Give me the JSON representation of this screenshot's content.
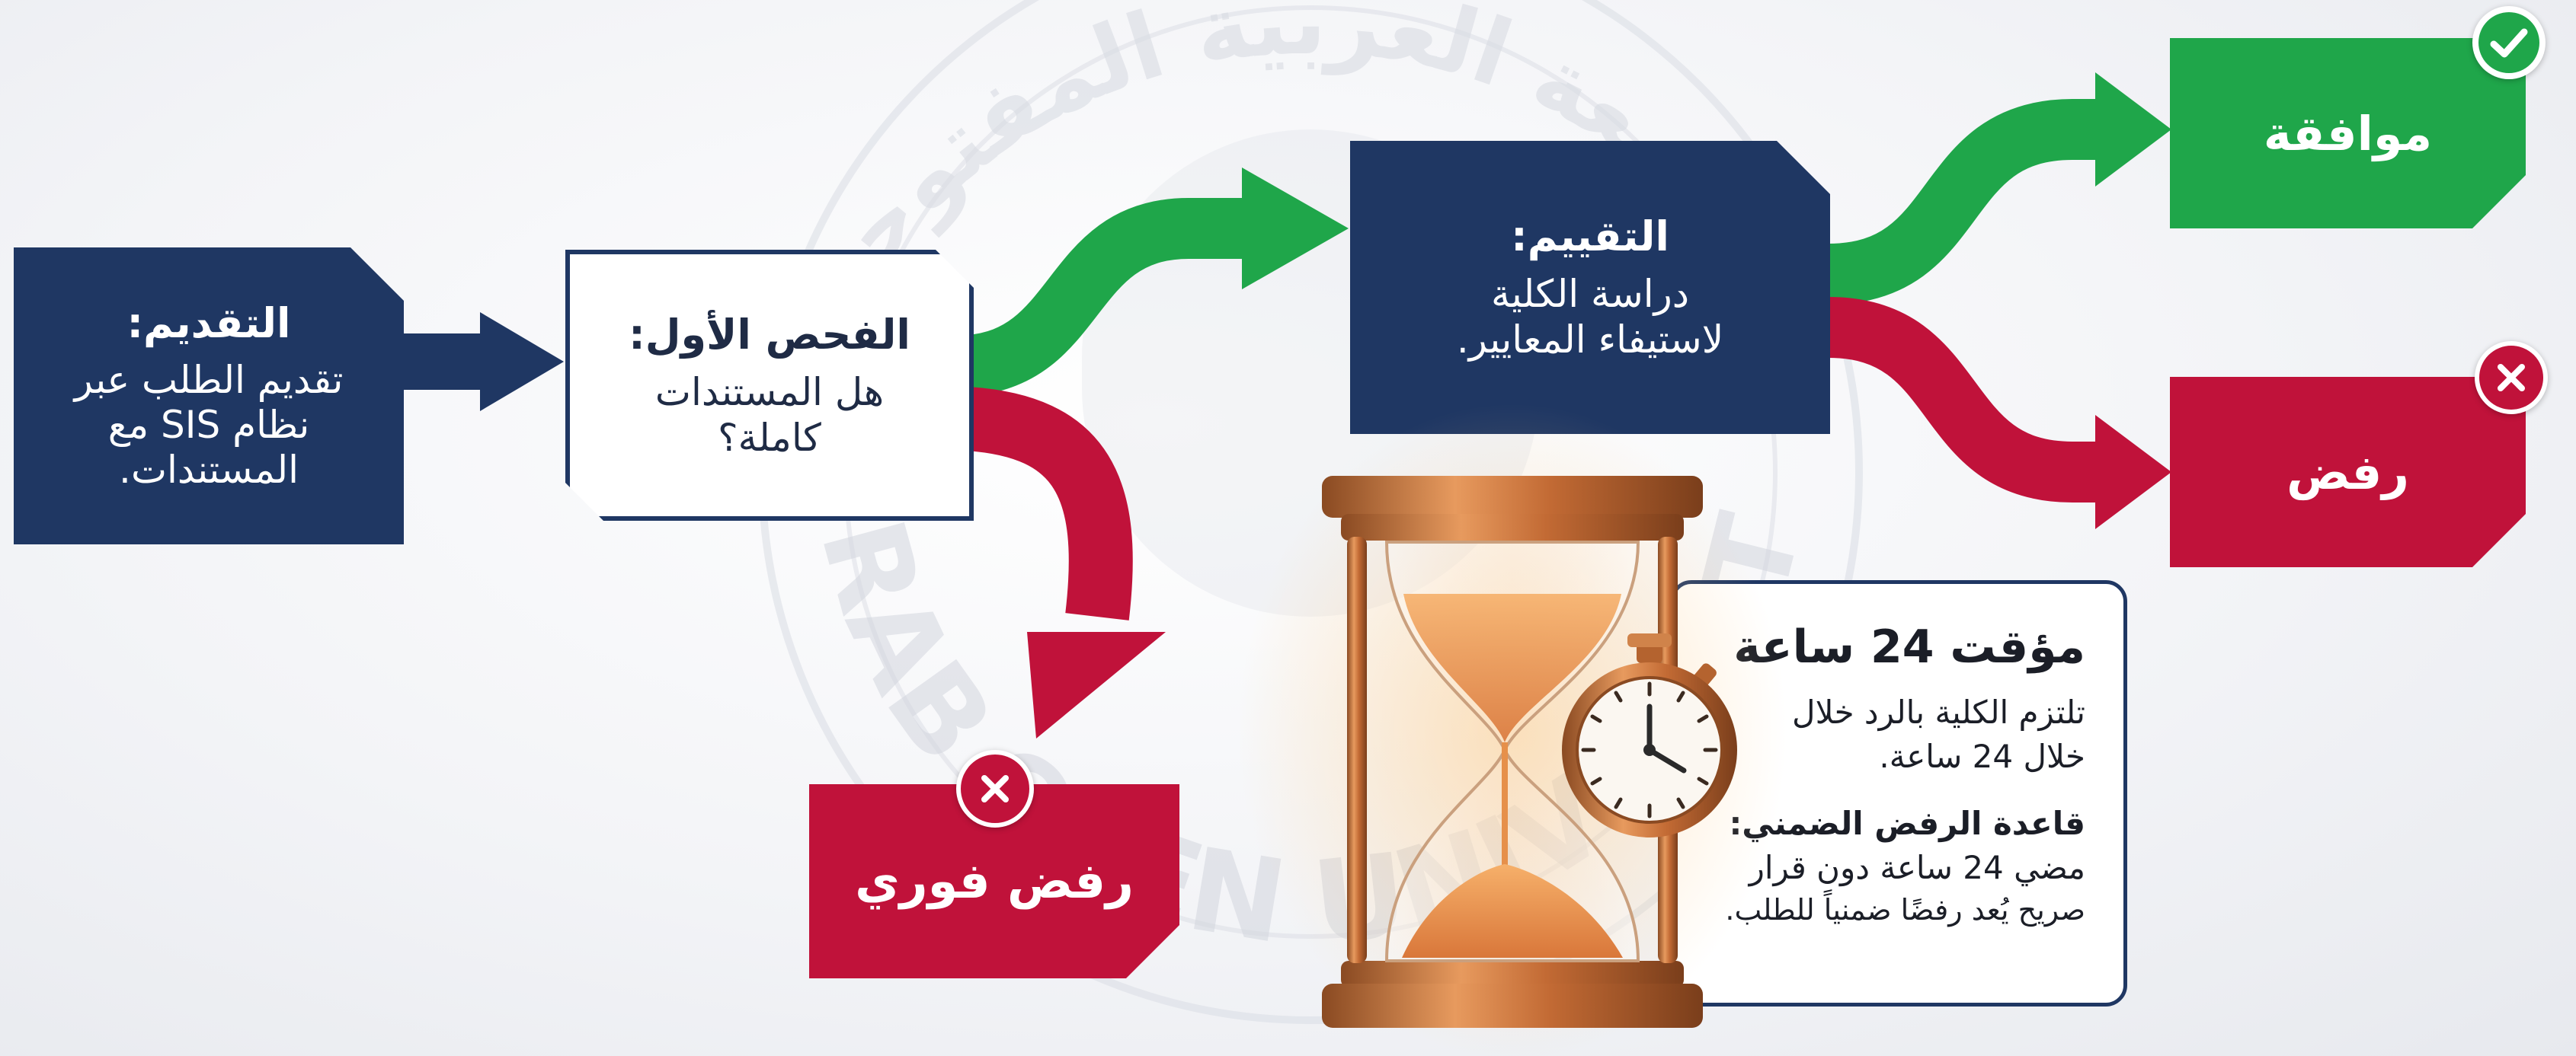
{
  "steps": {
    "submit": {
      "title": "التقديم:",
      "lines": [
        "تقديم الطلب عبر",
        "نظام SIS مع",
        "المستندات."
      ]
    },
    "first_check": {
      "title": "الفحص الأول:",
      "lines": [
        "هل المستندات",
        "كاملة؟"
      ]
    },
    "evaluation": {
      "title": "التقييم:",
      "lines": [
        "دراسة الكلية",
        "لاستيفاء المعايير."
      ]
    }
  },
  "outcomes": {
    "approve": "موافقة",
    "reject": "رفض",
    "immediate_reject": "رفض فوري"
  },
  "timer": {
    "title": "مؤقت 24 ساعة",
    "desc_lines": [
      "تلتزم الكلية بالرد خلال",
      "خلال 24 ساعة."
    ],
    "rule_title": "قاعدة الرفض الضمني:",
    "rule_lines": [
      "مضي 24 ساعة دون قرار",
      "صريح يُعد رفضًا ضمنياً للطلب."
    ]
  },
  "watermark": {
    "arabic_text": "الجامعة العربية المفتوحة",
    "english_text": "ARAB OPEN UNIVERSITY"
  },
  "colors": {
    "navy": "#1f3763",
    "green": "#1fa64a",
    "red": "#c0123a",
    "white": "#ffffff"
  }
}
